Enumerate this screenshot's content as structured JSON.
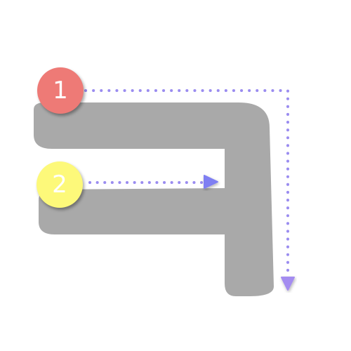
{
  "colors": {
    "stroke_fill": "#a9a9a9",
    "arrow_dots": "#9a8cf0",
    "arrow_head_1": "#a48cf0",
    "arrow_head_2": "#7f7ff2",
    "badge_1": "#ee7a76",
    "badge_2": "#fdf97a"
  },
  "steps": [
    {
      "number": "1",
      "color": "#ee7a76",
      "arrow": "right-then-down"
    },
    {
      "number": "2",
      "color": "#fdf97a",
      "arrow": "right"
    }
  ]
}
